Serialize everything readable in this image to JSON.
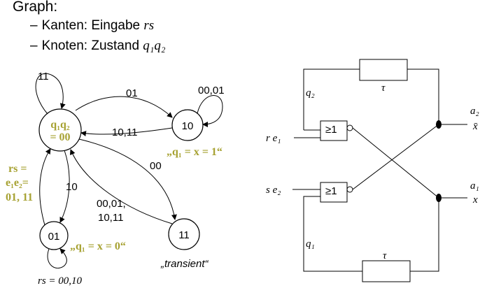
{
  "header": {
    "title": "Graph:",
    "bullet1_prefix": "Kanten: Eingabe ",
    "bullet1_math": "rs",
    "bullet2_prefix": "Knoten: Zustand ",
    "bullet2_math": "q₁q₂"
  },
  "graph": {
    "state_main": "q₁q₂",
    "state_main_eq": "= 00",
    "state_10": "10",
    "state_01": "01",
    "state_11": "11",
    "self_loop_00": "11",
    "edge_00_to_10": "01",
    "edge_10_to_00": "10,11",
    "self_loop_10": "00,01",
    "edge_00_to_11": "00",
    "edge_00_to_01": "10",
    "edge_11_to_00_a": "00,01,",
    "edge_11_to_00_b": "10,11",
    "self_loop_01": "rs = 00,10",
    "note_rs": "rs =",
    "note_e1e2": "e₁e₂=",
    "note_values": "01, 11",
    "note_state10": "„q₁ = x = 1“",
    "note_state01": "„q₁ = x = 0“",
    "note_transient": "„transient“"
  },
  "circuit": {
    "tau_top": "τ",
    "tau_bottom": "τ",
    "q2": "q₂",
    "q1": "q₁",
    "input_top": "r  e₁",
    "input_bottom": "s  e₂",
    "gate_top": "≥1",
    "gate_bottom": "≥1",
    "a2": "a₂",
    "xbar": "x̄",
    "a1": "a₁",
    "x": "x"
  },
  "colors": {
    "highlight": "#a7a233",
    "line": "#000000"
  }
}
